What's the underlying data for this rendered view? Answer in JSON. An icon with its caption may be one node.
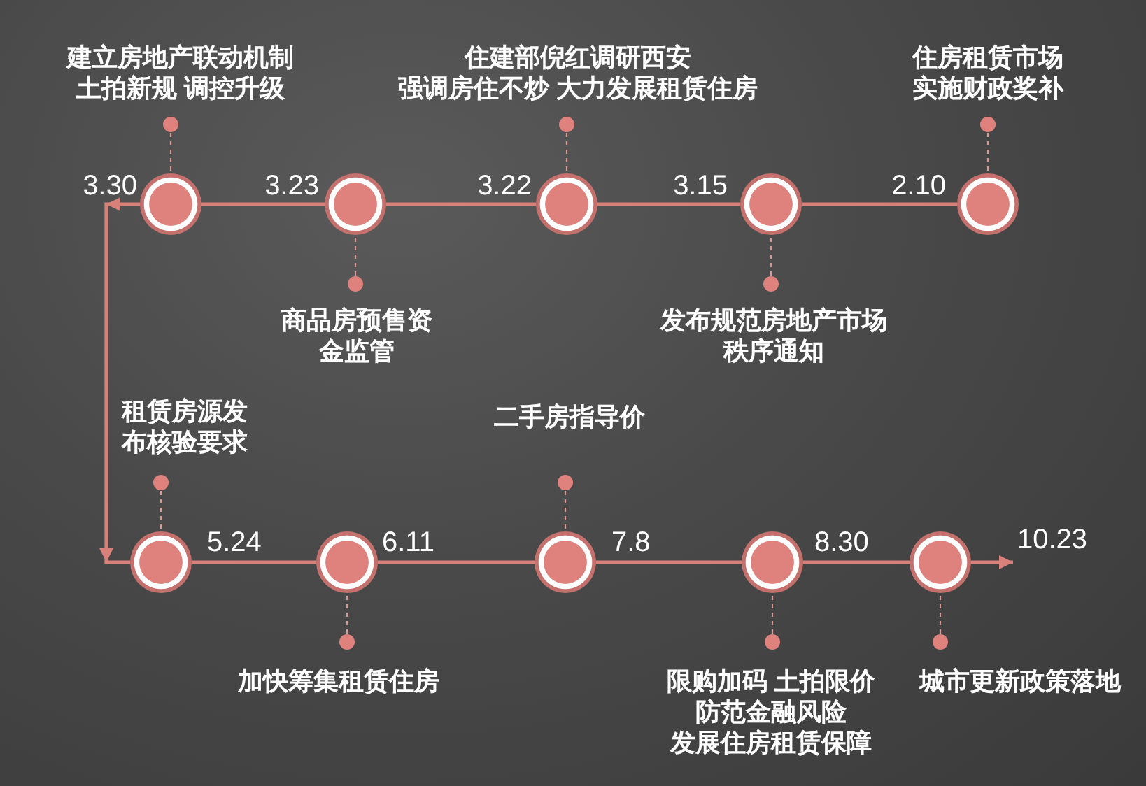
{
  "diagram": {
    "nodes": [
      {
        "text": [
          "建立房地产联动机制",
          "土拍新规 调控升级"
        ]
      },
      {
        "text": [
          "住建部倪红调研西安",
          "强调房住不炒 大力发展租赁住房"
        ]
      },
      {
        "text": [
          "住房租赁市场实施财政奖补"
        ]
      },
      {
        "text": [],
        "shape": "circle",
        "beside": [
          "3.30"
        ]
      },
      {
        "text": [],
        "shape": "circle",
        "beside": [
          "3.23"
        ]
      },
      {
        "text": [],
        "shape": "circle",
        "beside": [
          "3.22"
        ]
      },
      {
        "text": [],
        "shape": "circle",
        "beside": [
          "3.15"
        ]
      },
      {
        "text": [],
        "shape": "circle",
        "beside": [
          "2.10"
        ]
      },
      {
        "text": [
          "商品房预售资金监管"
        ]
      },
      {
        "text": [
          "发布规范房地产市场秩序通知"
        ]
      },
      {
        "text": [
          "租赁房源发布核验要求"
        ]
      },
      {
        "text": [
          "二手房指导价"
        ]
      },
      {
        "text": [],
        "shape": "circle",
        "beside": [
          "5.24"
        ]
      },
      {
        "text": [],
        "shape": "circle",
        "beside": [
          "6.11"
        ]
      },
      {
        "text": [],
        "shape": "circle",
        "beside": [
          "7.8"
        ]
      },
      {
        "text": [],
        "shape": "circle",
        "beside": [
          "8.30"
        ]
      },
      {
        "text": [],
        "shape": "circle",
        "beside": [
          "10.23"
        ]
      },
      {
        "text": [
          "加快筹集租赁住房"
        ]
      },
      {
        "text": [
          "限购加码 土拍限价",
          "防范金融风险",
          "发展住房租赁保障"
        ]
      },
      {
        "text": [
          "城市更新政策落地"
        ]
      }
    ],
    "edges": [
      {
        "from": 7,
        "to": 6,
        "arrow": "none",
        "style": "thick"
      },
      {
        "from": 6,
        "to": 5,
        "arrow": "none",
        "style": "thick"
      },
      {
        "from": 5,
        "to": 4,
        "arrow": "none",
        "style": "thick"
      },
      {
        "from": 4,
        "to": 3,
        "arrow": "none",
        "style": "thick"
      },
      {
        "from": 3,
        "to": 12,
        "arrow": "to",
        "style": "thick"
      },
      {
        "from": 12,
        "to": 13,
        "arrow": "none",
        "style": "thick"
      },
      {
        "from": 13,
        "to": 14,
        "arrow": "none",
        "style": "thick"
      },
      {
        "from": 14,
        "to": 15,
        "arrow": "none",
        "style": "thick"
      },
      {
        "from": 15,
        "to": 16,
        "arrow": "none",
        "style": "thick"
      },
      {
        "from": 16,
        "to": null,
        "arrow": "to",
        "style": "thick"
      },
      {
        "from": 0,
        "to": 3,
        "arrow": "other",
        "style": "dashed"
      },
      {
        "from": 1,
        "to": 5,
        "arrow": "other",
        "style": "dashed"
      },
      {
        "from": 2,
        "to": 7,
        "arrow": "other",
        "style": "dashed"
      },
      {
        "from": 8,
        "to": 4,
        "arrow": "other",
        "style": "dashed"
      },
      {
        "from": 9,
        "to": 6,
        "arrow": "other",
        "style": "dashed"
      },
      {
        "from": 10,
        "to": 12,
        "arrow": "other",
        "style": "dashed"
      },
      {
        "from": 11,
        "to": 14,
        "arrow": "other",
        "style": "dashed"
      },
      {
        "from": 17,
        "to": 13,
        "arrow": "other",
        "style": "dashed"
      },
      {
        "from": 18,
        "to": 15,
        "arrow": "other",
        "style": "dashed"
      },
      {
        "from": 19,
        "to": 16,
        "arrow": "other",
        "style": "dashed"
      }
    ]
  }
}
